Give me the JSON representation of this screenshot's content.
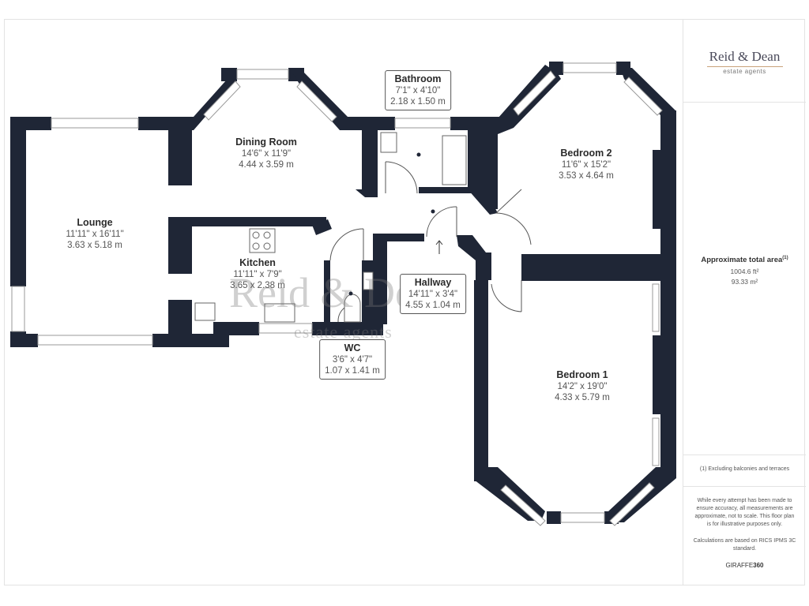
{
  "brand": {
    "logo_primary": "Reid & Dean",
    "logo_secondary": "estate agents",
    "accent_color": "#c9a27a",
    "text_color": "#4a4a5a"
  },
  "rooms": [
    {
      "name": "Lounge",
      "imperial": "11'11\" x 16'11\"",
      "metric": "3.63 x 5.18 m"
    },
    {
      "name": "Dining Room",
      "imperial": "14'6\" x 11'9\"",
      "metric": "4.44 x 3.59 m"
    },
    {
      "name": "Kitchen",
      "imperial": "11'11\" x 7'9\"",
      "metric": "3.65 x 2.38 m"
    },
    {
      "name": "Bathroom",
      "imperial": "7'1\" x 4'10\"",
      "metric": "2.18 x 1.50 m"
    },
    {
      "name": "Hallway",
      "imperial": "14'11\" x 3'4\"",
      "metric": "4.55 x 1.04 m"
    },
    {
      "name": "WC",
      "imperial": "3'6\" x 4'7\"",
      "metric": "1.07 x 1.41 m"
    },
    {
      "name": "Bedroom 2",
      "imperial": "11'6\" x 15'2\"",
      "metric": "3.53 x 4.64 m"
    },
    {
      "name": "Bedroom 1",
      "imperial": "14'2\" x 19'0\"",
      "metric": "4.33 x 5.79 m"
    }
  ],
  "area": {
    "title": "Approximate total area",
    "title_sup": "(1)",
    "sqft": "1004.6 ft²",
    "sqm": "93.33 m²"
  },
  "notes": {
    "excluding": "(1) Excluding balconies and terraces",
    "disclaimer": "While every attempt has been made to ensure accuracy, all measurements are approximate, not to scale. This floor plan is for illustrative purposes only.",
    "calculations": "Calculations are based on RICS IPMS 3C standard.",
    "giraffe_prefix": "GIRAFFE",
    "giraffe_suffix": "360"
  }
}
